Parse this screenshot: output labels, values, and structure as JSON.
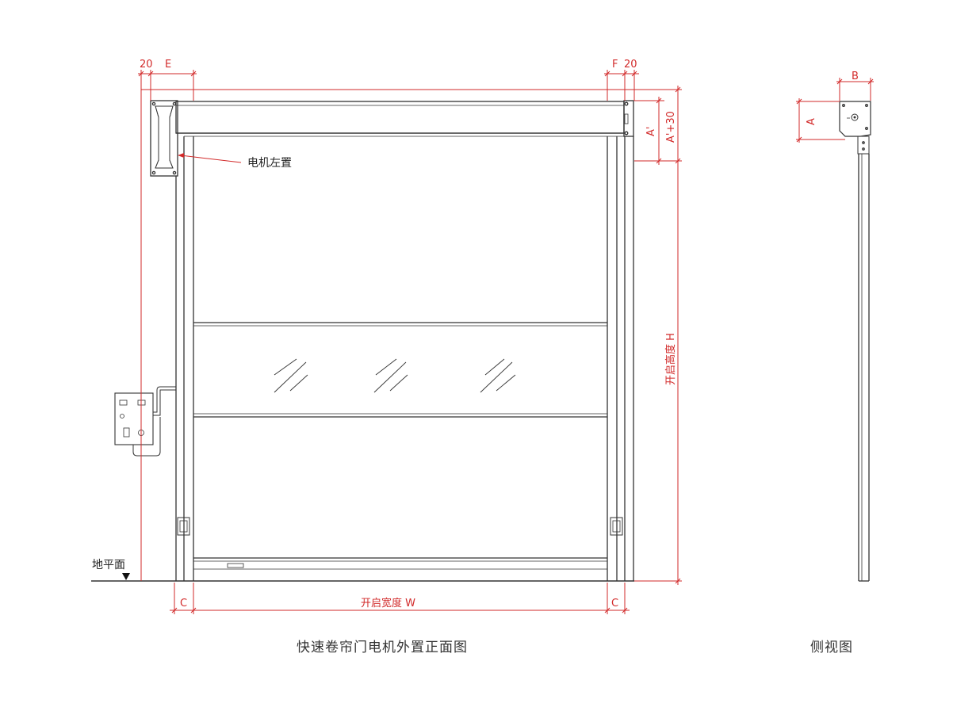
{
  "colors": {
    "dimension": "#d22a2a",
    "line": "#333333",
    "background": "#ffffff"
  },
  "front_view": {
    "caption": "快速卷帘门电机外置正面图",
    "motor_label": "电机左置",
    "ground_label": "地平面",
    "dims": {
      "top_left_margin": "20",
      "top_left_e": "E",
      "top_right_f": "F",
      "top_right_margin": "20",
      "a_prime": "A'",
      "a_prime_plus_30": "A'+30",
      "opening_height": "开启高度 H",
      "opening_width": "开启宽度 W",
      "c_left": "C",
      "c_right": "C"
    }
  },
  "side_view": {
    "caption": "侧视图",
    "dims": {
      "a": "A",
      "b": "B"
    }
  }
}
